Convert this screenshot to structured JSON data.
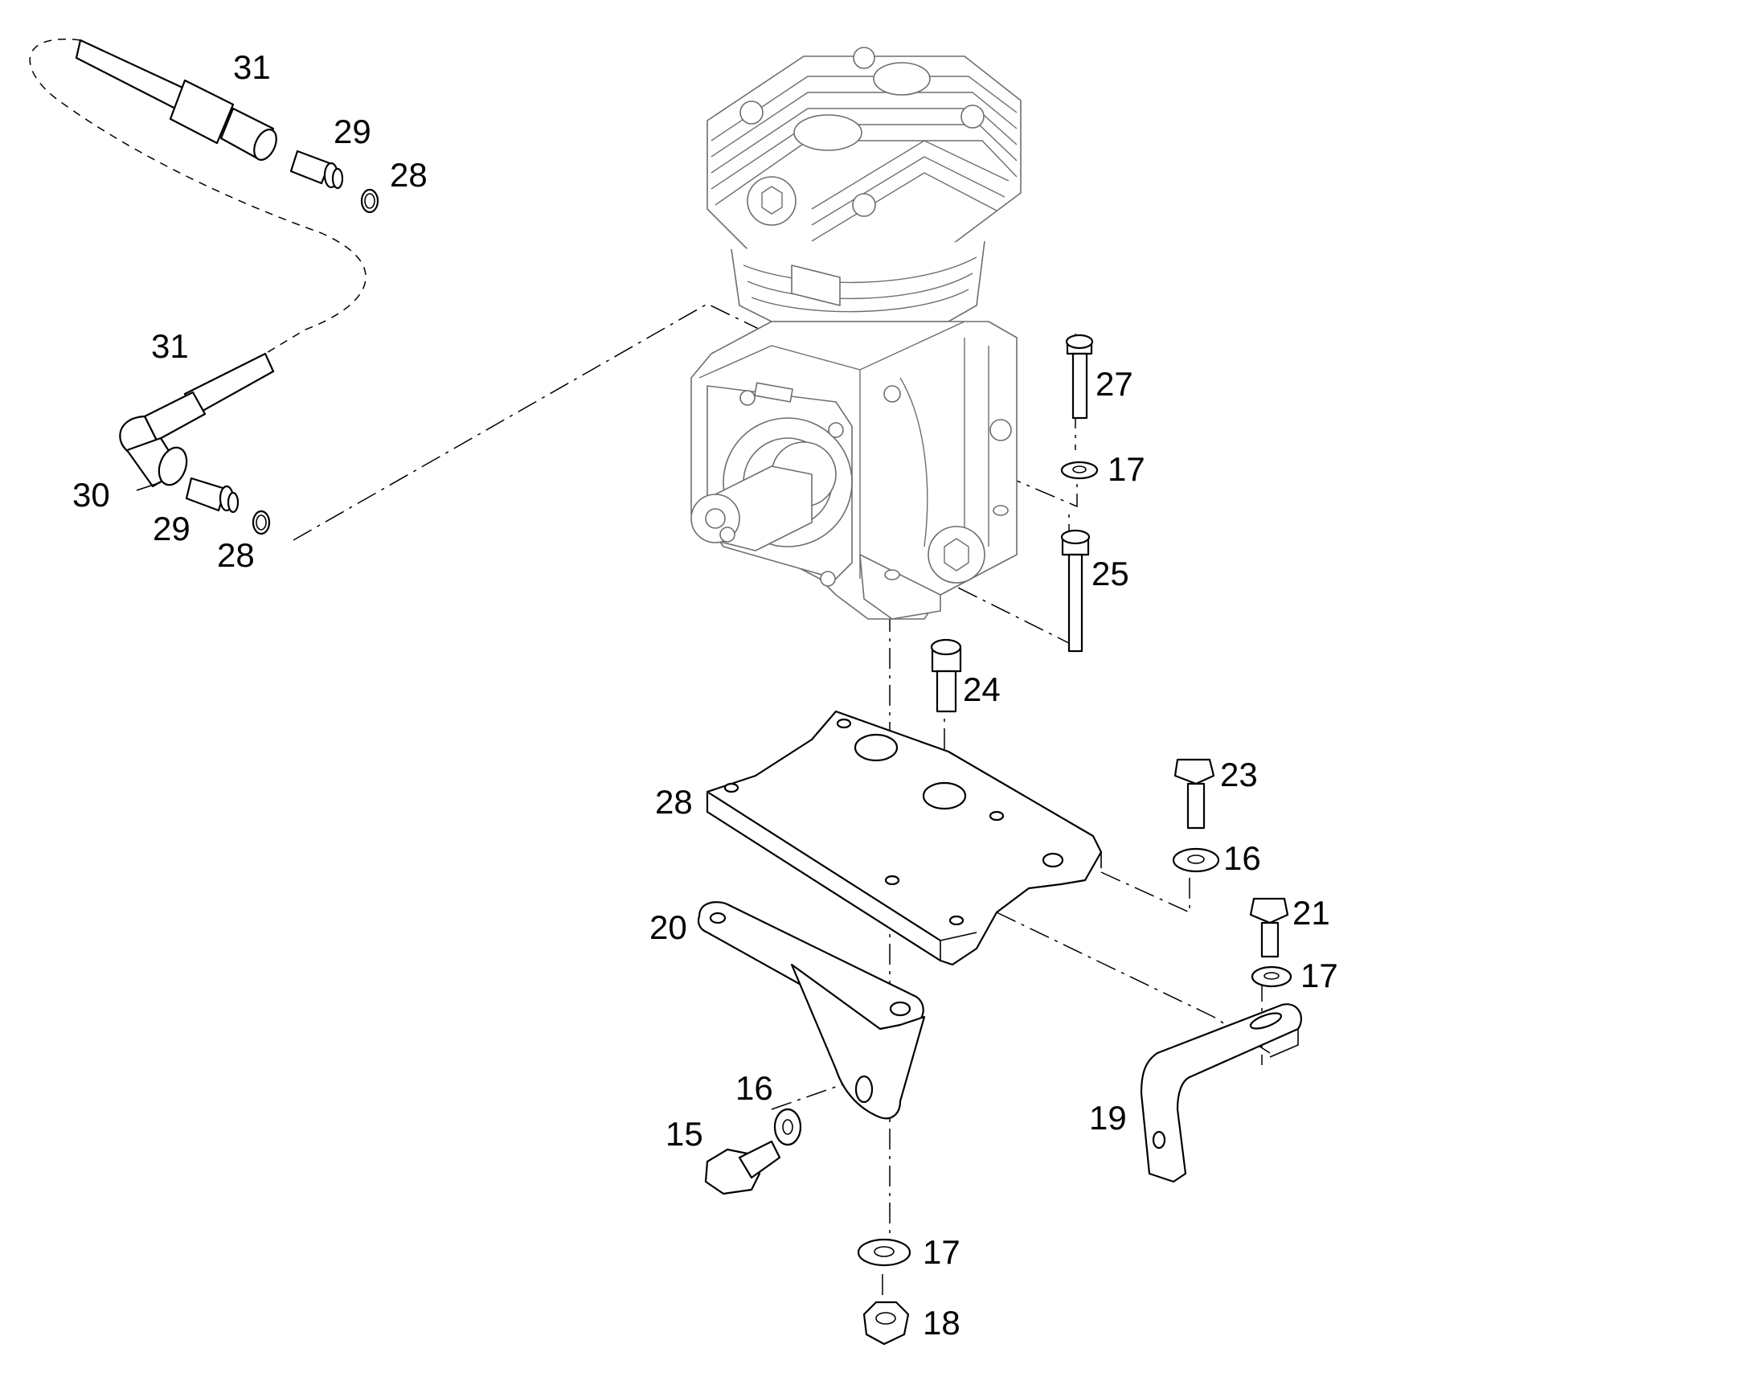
{
  "callouts": [
    {
      "id": "c31a",
      "label": "31"
    },
    {
      "id": "c29a",
      "label": "29"
    },
    {
      "id": "c28a",
      "label": "28"
    },
    {
      "id": "c31b",
      "label": "31"
    },
    {
      "id": "c30",
      "label": "30"
    },
    {
      "id": "c29b",
      "label": "29"
    },
    {
      "id": "c28b",
      "label": "28"
    },
    {
      "id": "c27",
      "label": "27"
    },
    {
      "id": "c17a",
      "label": "17"
    },
    {
      "id": "c25",
      "label": "25"
    },
    {
      "id": "c24",
      "label": "24"
    },
    {
      "id": "c23",
      "label": "23"
    },
    {
      "id": "c16a",
      "label": "16"
    },
    {
      "id": "c28c",
      "label": "28"
    },
    {
      "id": "c21",
      "label": "21"
    },
    {
      "id": "c17b",
      "label": "17"
    },
    {
      "id": "c20",
      "label": "20"
    },
    {
      "id": "c16b",
      "label": "16"
    },
    {
      "id": "c15",
      "label": "15"
    },
    {
      "id": "c19",
      "label": "19"
    },
    {
      "id": "c17c",
      "label": "17"
    },
    {
      "id": "c18",
      "label": "18"
    }
  ]
}
